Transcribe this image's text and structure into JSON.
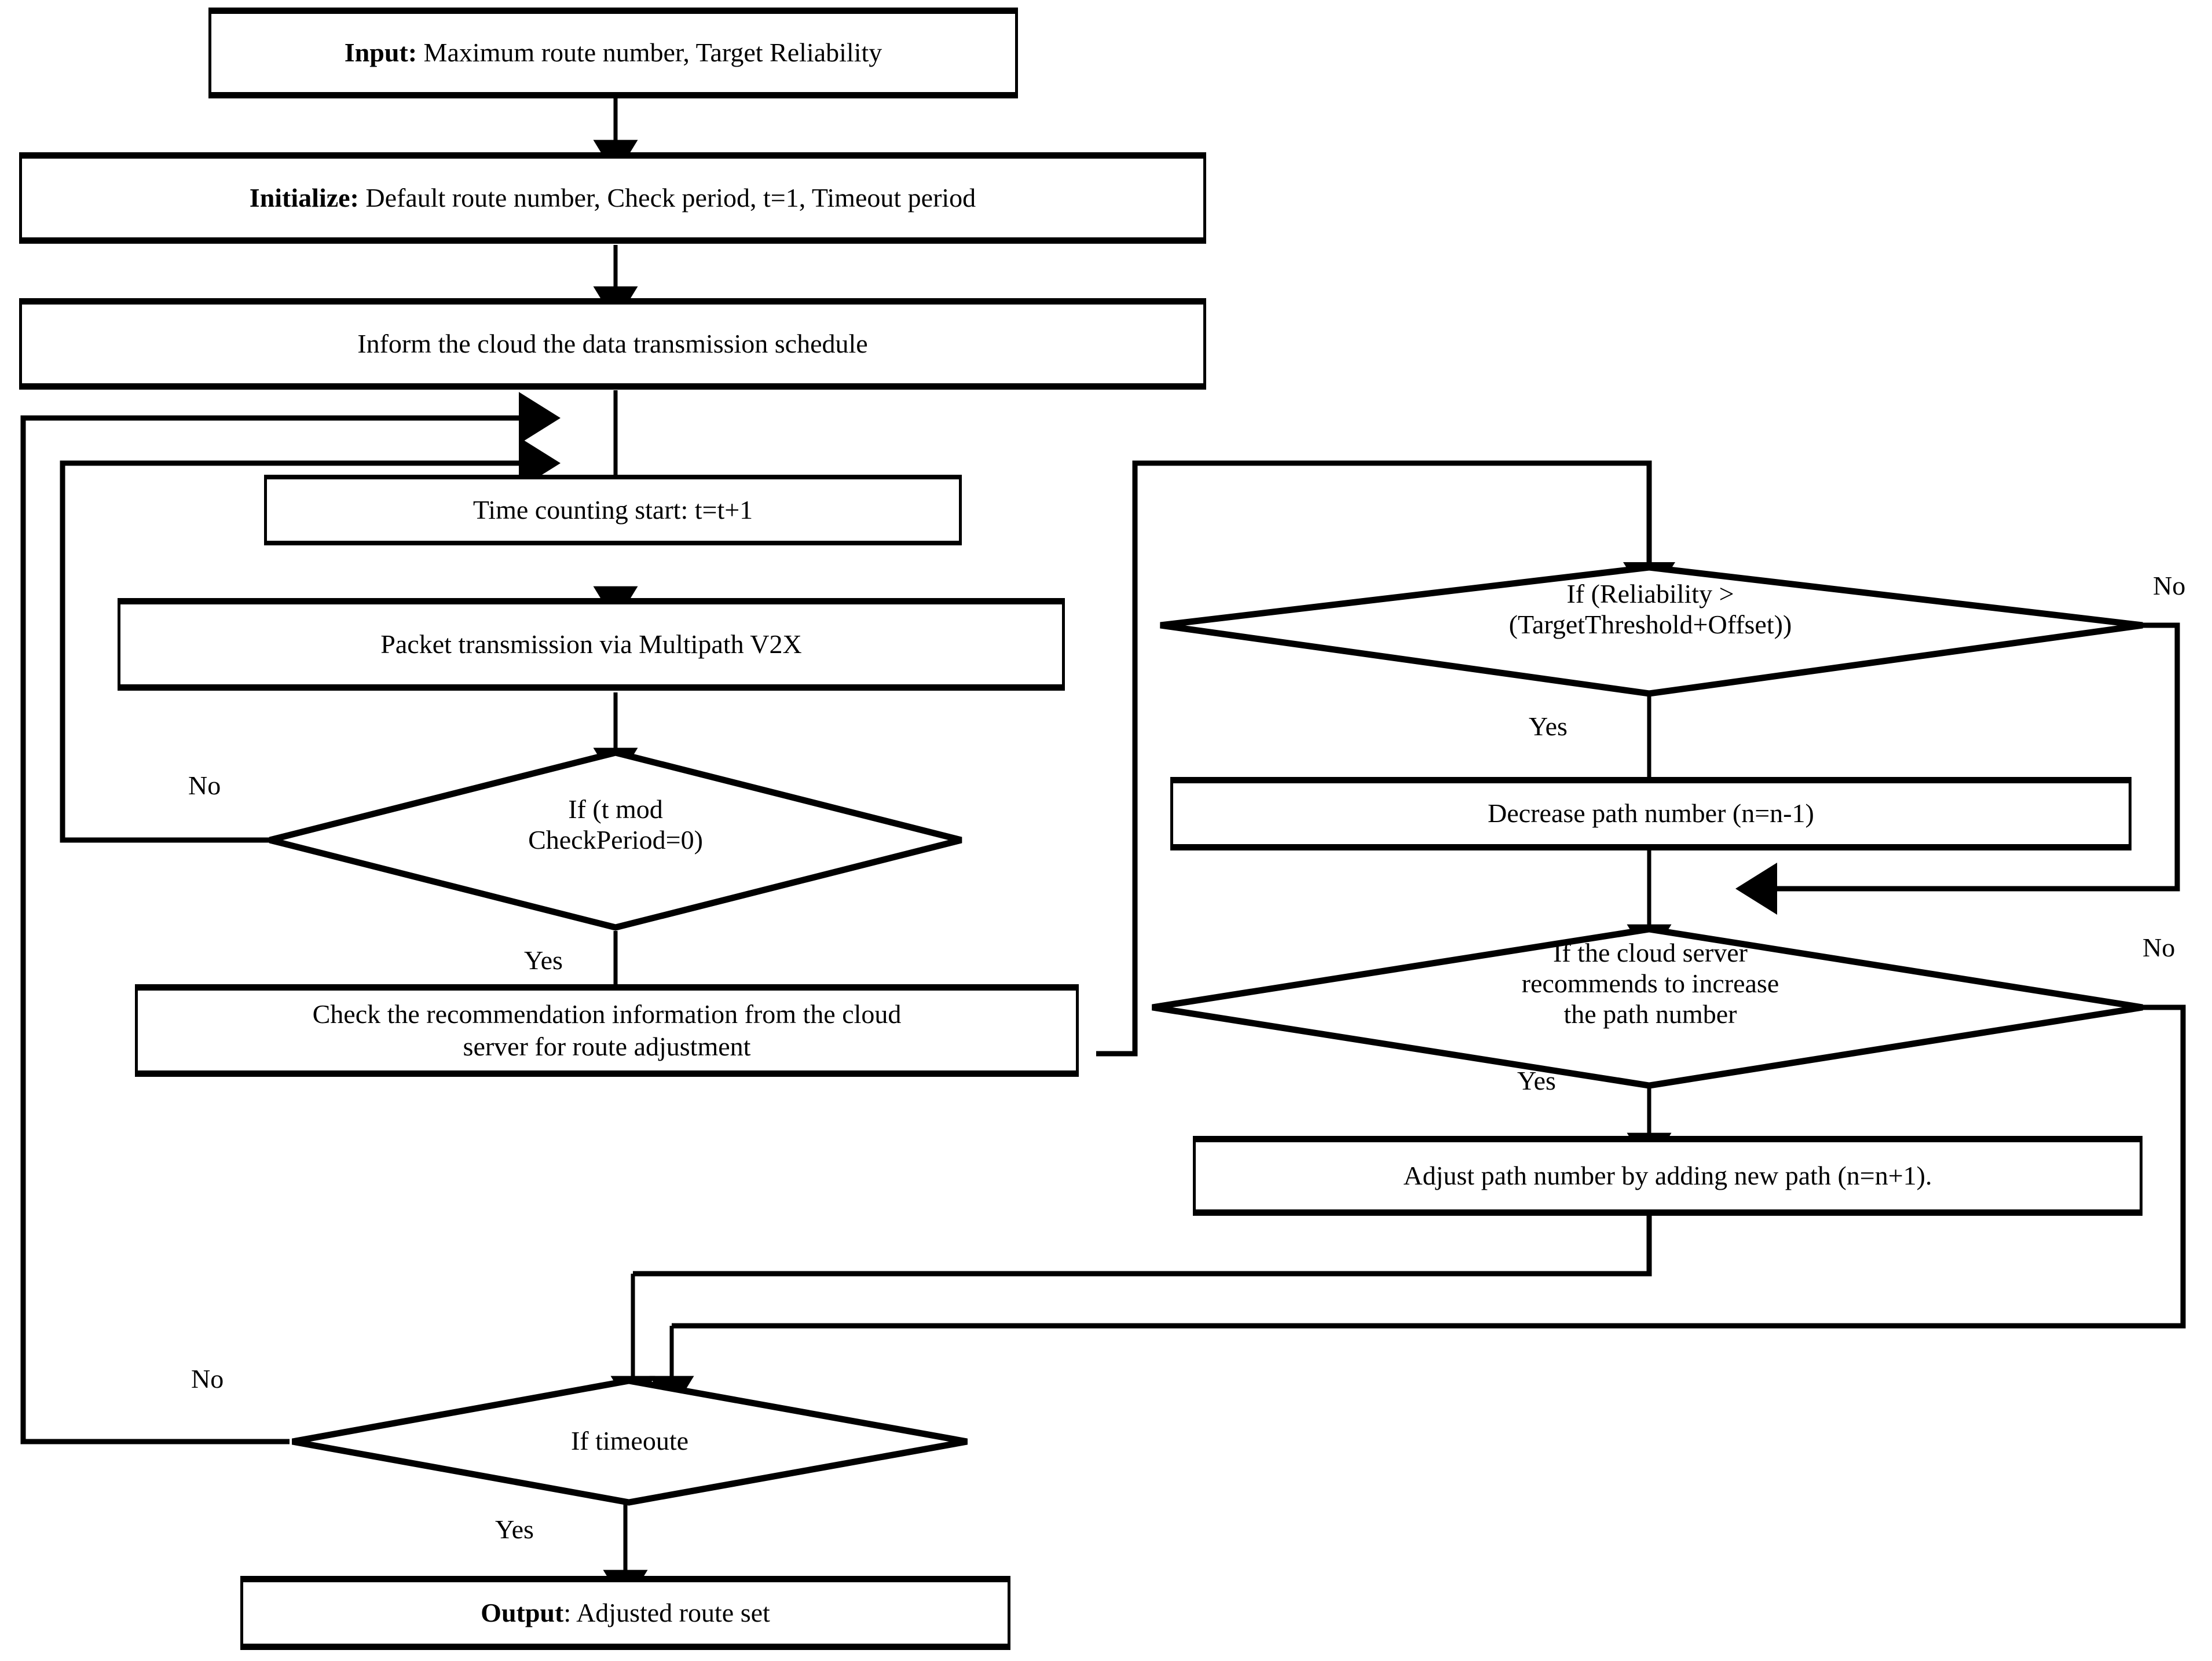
{
  "diagram": {
    "title": "Adaptive multipath route adjustment flowchart",
    "stroke_color": "#000000",
    "background_color": "#ffffff"
  },
  "nodes": {
    "input": {
      "type": "terminator",
      "bold_prefix": "Input:",
      "rest": " Maximum route number, Target Reliability",
      "full_text": "Input: Maximum route number, Target Reliability"
    },
    "initialize": {
      "type": "process",
      "bold_prefix": "Initialize:",
      "rest": " Default route number, Check period, t=1, Timeout period",
      "full_text": "Initialize: Default route number, Check period, t=1, Timeout period"
    },
    "inform": {
      "type": "process",
      "full_text": "Inform the cloud the data transmission schedule"
    },
    "time_count": {
      "type": "process",
      "full_text": "Time counting start: t=t+1"
    },
    "packet_tx": {
      "type": "process",
      "full_text": "Packet transmission via Multipath V2X"
    },
    "check_period": {
      "type": "decision",
      "line1": "If  (t mod",
      "line2": "CheckPeriod=0)"
    },
    "check_recommendation": {
      "type": "process",
      "line1": "Check the recommendation information from the cloud",
      "line2": "server for route adjustment"
    },
    "reliability": {
      "type": "decision",
      "line1": "If  (Reliability >",
      "line2": "(TargetThreshold+Offset))"
    },
    "decrease_path": {
      "type": "process",
      "full_text": "Decrease path number (n=n-1)"
    },
    "cloud_increase": {
      "type": "decision",
      "line1": "If the cloud server",
      "line2": "recommends  to increase",
      "line3": "the path number"
    },
    "adjust_path": {
      "type": "process",
      "full_text": "Adjust path number by adding new path (n=n+1)."
    },
    "timeout": {
      "type": "decision",
      "line1": "If  timeoute"
    },
    "output": {
      "type": "terminator",
      "bold_prefix": "Output",
      "rest": ": Adjusted route set",
      "full_text": "Output: Adjusted route set"
    }
  },
  "edge_labels": {
    "check_period_no": "No",
    "check_period_yes": "Yes",
    "reliability_no": "No",
    "reliability_yes": "Yes",
    "cloud_increase_no": "No",
    "cloud_increase_yes": "Yes",
    "timeout_no": "No",
    "timeout_yes": "Yes"
  }
}
